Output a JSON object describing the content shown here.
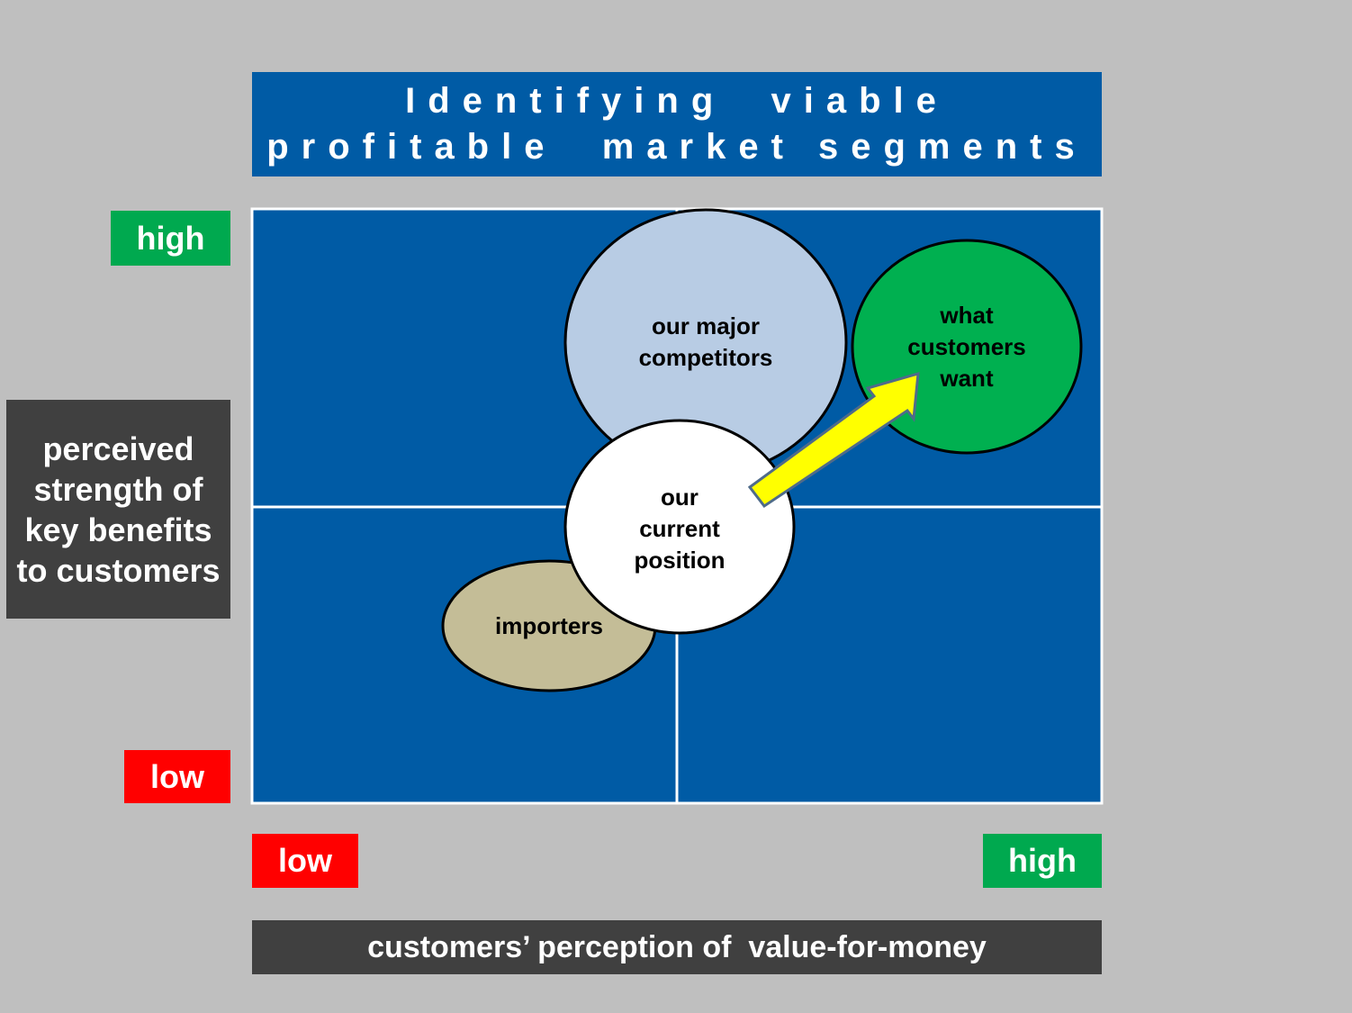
{
  "title": {
    "line1": "Identifying  viable",
    "line2": "profitable  market segments"
  },
  "y_axis": {
    "label": "perceived strength of key benefits to customers",
    "high": "high",
    "low": "low"
  },
  "x_axis": {
    "label": "customers’ perception of  value-for-money",
    "low": "low",
    "high": "high"
  },
  "bubbles": {
    "competitors": "our major competitors",
    "customers_want": "what customers want",
    "current_position": "our current position",
    "importers": "importers"
  },
  "colors": {
    "background": "#bfbfbf",
    "matrix": "#005ba5",
    "high_badge": "#00a94f",
    "low_badge": "#ff0000",
    "axis_box": "#404040",
    "competitors": "#b8cce4",
    "customers_want": "#00b050",
    "current_position": "#ffffff",
    "importers": "#c4bd97",
    "arrow": "#ffff00"
  }
}
